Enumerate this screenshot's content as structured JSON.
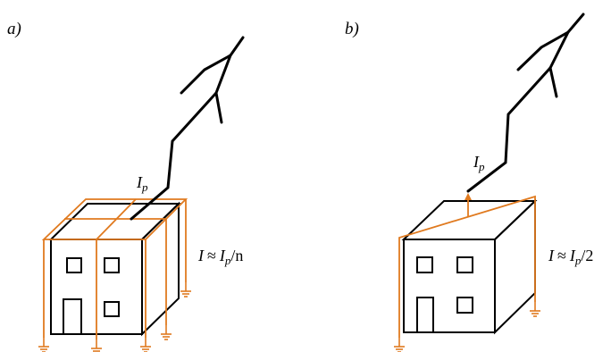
{
  "panels": [
    {
      "id": "a",
      "label": "a)",
      "current_label": {
        "main": "I",
        "sub": "p"
      },
      "formula": {
        "lhs": "I",
        "approx": "≈",
        "rhs_main": "I",
        "rhs_sub": "p",
        "rhs_tail": "/n"
      }
    },
    {
      "id": "b",
      "label": "b)",
      "current_label": {
        "main": "I",
        "sub": "p"
      },
      "formula": {
        "lhs": "I",
        "approx": "≈",
        "rhs_main": "I",
        "rhs_sub": "p",
        "rhs_tail": "/2"
      }
    }
  ],
  "colors": {
    "outline": "#000000",
    "conductor": "#E07A1F",
    "lightning": "#000000"
  }
}
